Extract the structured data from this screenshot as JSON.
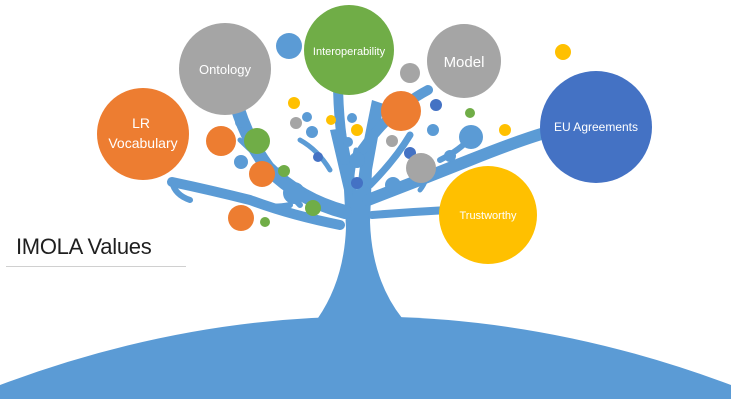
{
  "title": "IMOLA Values",
  "colors": {
    "tree": "#5b9bd5",
    "orange": "#ed7d31",
    "gray": "#a5a5a5",
    "green": "#70ad47",
    "blue": "#4472c4",
    "yellow": "#ffc000",
    "light_blue": "#5b9bd5"
  },
  "values": [
    {
      "id": "lr-vocabulary",
      "lines": [
        "LR",
        "Vocabulary"
      ],
      "color": "orange"
    },
    {
      "id": "ontology",
      "lines": [
        "Ontology"
      ],
      "color": "gray"
    },
    {
      "id": "interoperability",
      "lines": [
        "Interoperability"
      ],
      "color": "green"
    },
    {
      "id": "model",
      "lines": [
        "Model"
      ],
      "color": "gray"
    },
    {
      "id": "eu-agreements",
      "lines": [
        "EU Agreements"
      ],
      "color": "blue"
    },
    {
      "id": "trustworthy",
      "lines": [
        "Trustworthy"
      ],
      "color": "yellow"
    }
  ]
}
